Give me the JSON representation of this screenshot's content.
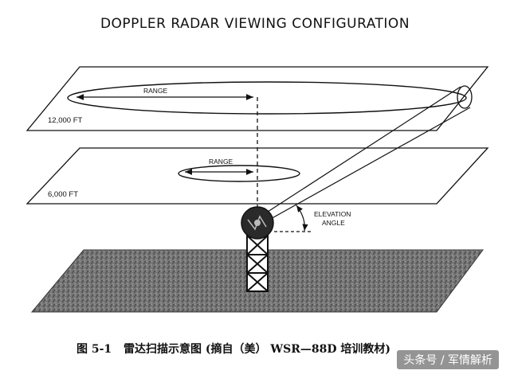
{
  "title": "DOPPLER RADAR VIEWING CONFIGURATION",
  "labels": {
    "range_upper": "RANGE",
    "range_lower": "RANGE",
    "altitude_upper": "12,000 FT",
    "altitude_lower": "6,000 FT",
    "elevation_line1": "ELEVATION",
    "elevation_line2": "ANGLE"
  },
  "caption": {
    "figure": "图 5-1",
    "text": "雷达扫描示意图 (摘自（美） WSR—88D 培训教材)"
  },
  "watermark": "头条号 / 军情解析",
  "colors": {
    "ink": "#111111",
    "ground": "#6e6e6e"
  }
}
